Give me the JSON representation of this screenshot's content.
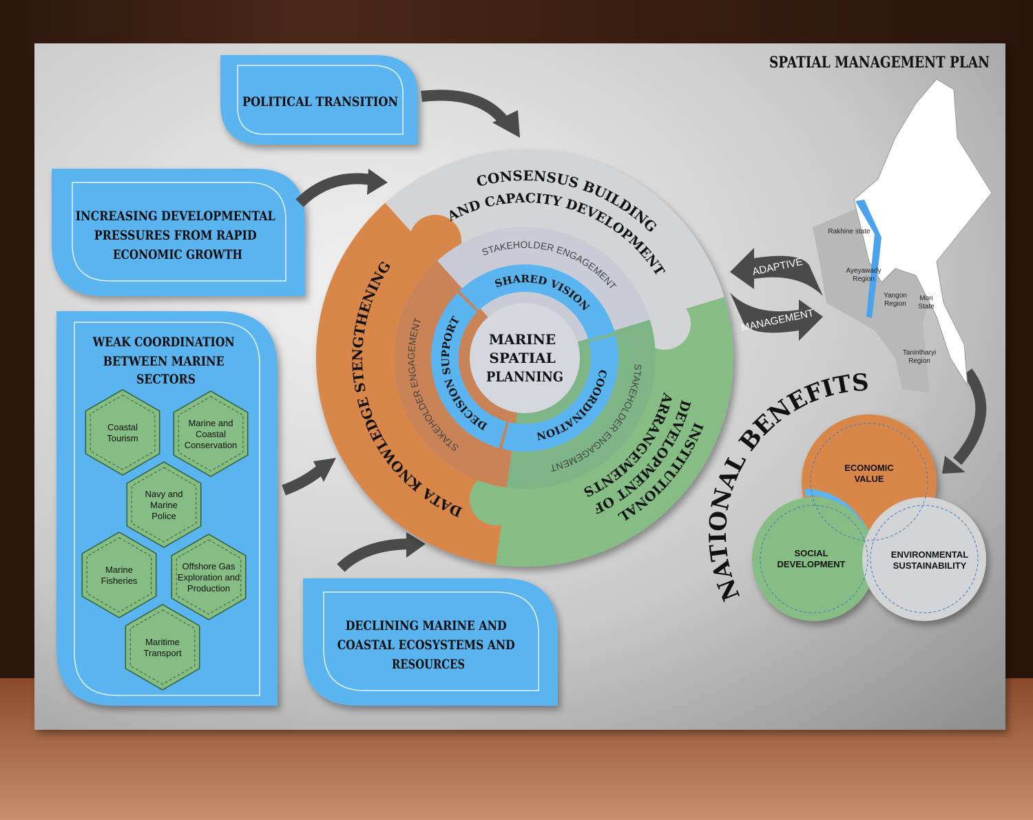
{
  "title": "SPATIAL MANAGEMENT PLAN",
  "drivers": {
    "political": "POLITICAL TRANSITION",
    "pressures": [
      "INCREASING DEVELOPMENTAL",
      "PRESSURES FROM RAPID",
      "ECONOMIC GROWTH"
    ],
    "declining": [
      "DECLINING MARINE AND",
      "COASTAL ECOSYSTEMS AND",
      "RESOURCES"
    ],
    "weak": {
      "title": [
        "WEAK COORDINATION",
        "BETWEEN MARINE",
        "SECTORS"
      ],
      "sectors": [
        [
          "Coastal",
          "Tourism"
        ],
        [
          "Marine and",
          "Coastal",
          "Conservation"
        ],
        [
          "Navy and",
          "Marine",
          "Police"
        ],
        [
          "Marine",
          "Fisheries"
        ],
        [
          "Offshore Gas",
          "Exploration and",
          "Production"
        ],
        [
          "Maritime",
          "Transport"
        ]
      ]
    }
  },
  "wheel": {
    "center": [
      "MARINE",
      "SPATIAL",
      "PLANNING"
    ],
    "outer": {
      "consensus_1": "CONSENSUS BUILDING",
      "consensus_2": "AND CAPACITY DEVELOPMENT",
      "data": "DATA KNOWLEDGE STENGTHENING",
      "institutional_1": "INSTITUTIONAL",
      "institutional_2": "DEVELOPMENT OF",
      "institutional_3": "ARRANGEMENTS"
    },
    "stakeholder": "STAKEHOLDER ENGAGEMENT",
    "arrows": {
      "shared_vision": "SHARED VISION",
      "coordination": "COORDINATION",
      "decision_support": "DECISION SUPPORT"
    },
    "colors": {
      "orange": "#d9874a",
      "gray": "#d3d4d6",
      "green": "#86bd84",
      "blue": "#5ab4ef"
    }
  },
  "cycle": {
    "adaptive": "ADAPTIVE",
    "management": "MANAGEMENT"
  },
  "map": {
    "regions": [
      [
        "Rakhine state"
      ],
      [
        "Ayeyawady",
        "Region"
      ],
      [
        "Yangon",
        "Region"
      ],
      [
        "Mon",
        "State"
      ],
      [
        "Tanintharyi",
        "Region"
      ]
    ]
  },
  "benefits": {
    "title": "NATIONAL BENEFITS",
    "economic": [
      "ECONOMIC",
      "VALUE"
    ],
    "social": [
      "SOCIAL",
      "DEVELOPMENT"
    ],
    "environmental": [
      "ENVIRONMENTAL",
      "SUSTAINABILITY"
    ]
  }
}
